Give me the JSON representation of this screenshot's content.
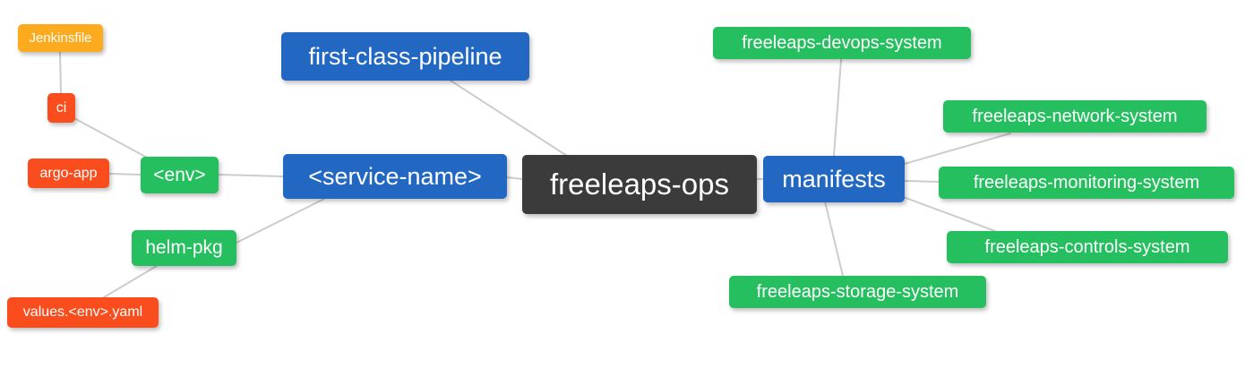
{
  "diagram": {
    "type": "mindmap",
    "root_label": "freeleaps-ops",
    "palette": {
      "blue": "#2268c3",
      "green": "#25bf5f",
      "red": "#f94d1e",
      "amber": "#fbab1d",
      "dark": "#3b3b3b",
      "edge": "#cccccc",
      "text": "#ffffff",
      "background": "#ffffff"
    },
    "nodes": [
      {
        "id": "jenkinsfile",
        "label": "Jenkinsfile",
        "color": "amber"
      },
      {
        "id": "ci",
        "label": "ci",
        "color": "red"
      },
      {
        "id": "argo-app",
        "label": "argo-app",
        "color": "red"
      },
      {
        "id": "env",
        "label": "<env>",
        "color": "green"
      },
      {
        "id": "helm-pkg",
        "label": "helm-pkg",
        "color": "green"
      },
      {
        "id": "values-env-yaml",
        "label": "values.<env>.yaml",
        "color": "red"
      },
      {
        "id": "first-class-pipeline",
        "label": "first-class-pipeline",
        "color": "blue"
      },
      {
        "id": "service-name",
        "label": "<service-name>",
        "color": "blue"
      },
      {
        "id": "freeleaps-ops",
        "label": "freeleaps-ops",
        "color": "dark"
      },
      {
        "id": "manifests",
        "label": "manifests",
        "color": "blue"
      },
      {
        "id": "freeleaps-devops-system",
        "label": "freeleaps-devops-system",
        "color": "green"
      },
      {
        "id": "freeleaps-network-system",
        "label": "freeleaps-network-system",
        "color": "green"
      },
      {
        "id": "freeleaps-monitoring-system",
        "label": "freeleaps-monitoring-system",
        "color": "green"
      },
      {
        "id": "freeleaps-controls-system",
        "label": "freeleaps-controls-system",
        "color": "green"
      },
      {
        "id": "freeleaps-storage-system",
        "label": "freeleaps-storage-system",
        "color": "green"
      }
    ],
    "edges": [
      {
        "from": "jenkinsfile",
        "to": "ci"
      },
      {
        "from": "ci",
        "to": "env"
      },
      {
        "from": "argo-app",
        "to": "env"
      },
      {
        "from": "env",
        "to": "service-name"
      },
      {
        "from": "helm-pkg",
        "to": "service-name"
      },
      {
        "from": "values-env-yaml",
        "to": "helm-pkg"
      },
      {
        "from": "first-class-pipeline",
        "to": "freeleaps-ops"
      },
      {
        "from": "service-name",
        "to": "freeleaps-ops"
      },
      {
        "from": "freeleaps-ops",
        "to": "manifests"
      },
      {
        "from": "manifests",
        "to": "freeleaps-devops-system"
      },
      {
        "from": "manifests",
        "to": "freeleaps-network-system"
      },
      {
        "from": "manifests",
        "to": "freeleaps-monitoring-system"
      },
      {
        "from": "manifests",
        "to": "freeleaps-controls-system"
      },
      {
        "from": "manifests",
        "to": "freeleaps-storage-system"
      }
    ]
  }
}
